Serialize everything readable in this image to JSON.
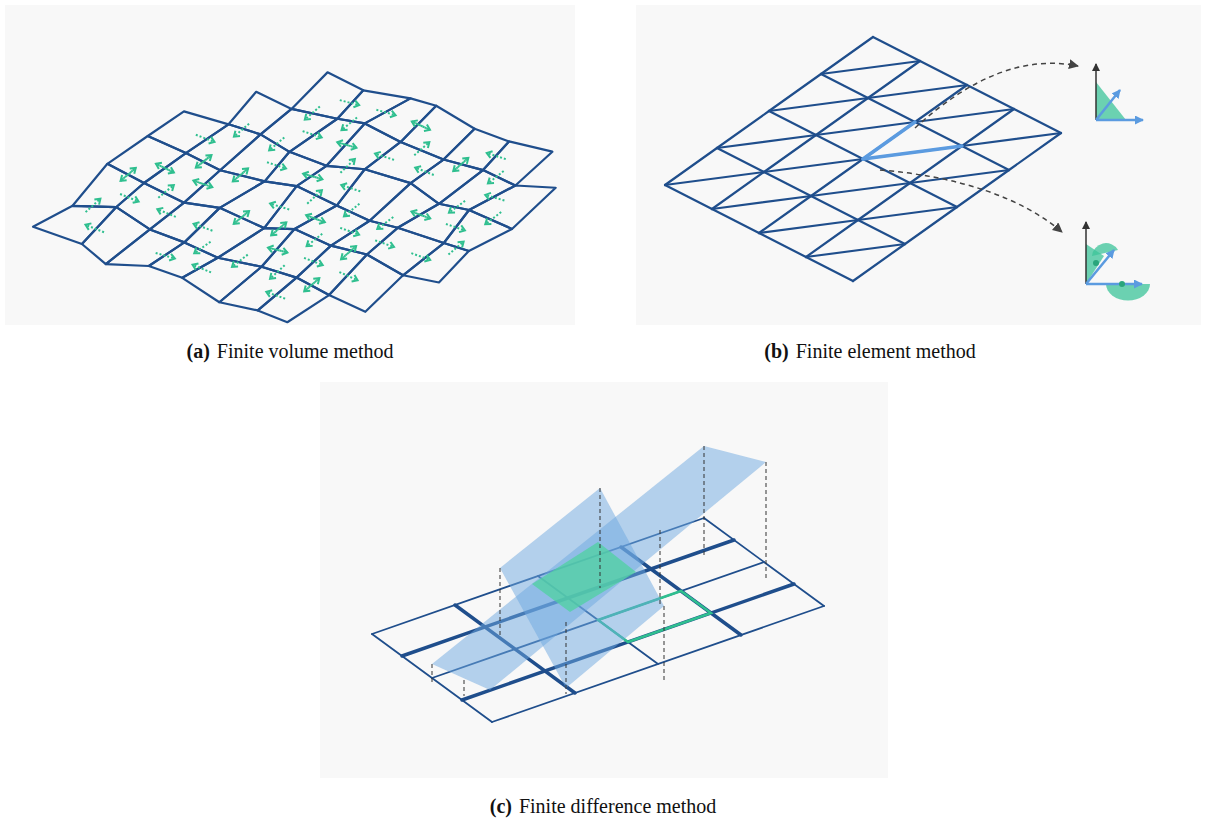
{
  "diagram": {
    "labels": [
      "(a)",
      "Finite volume method",
      "(b)",
      "Finite element method",
      "(c)",
      "Finite difference method"
    ]
  }
}
